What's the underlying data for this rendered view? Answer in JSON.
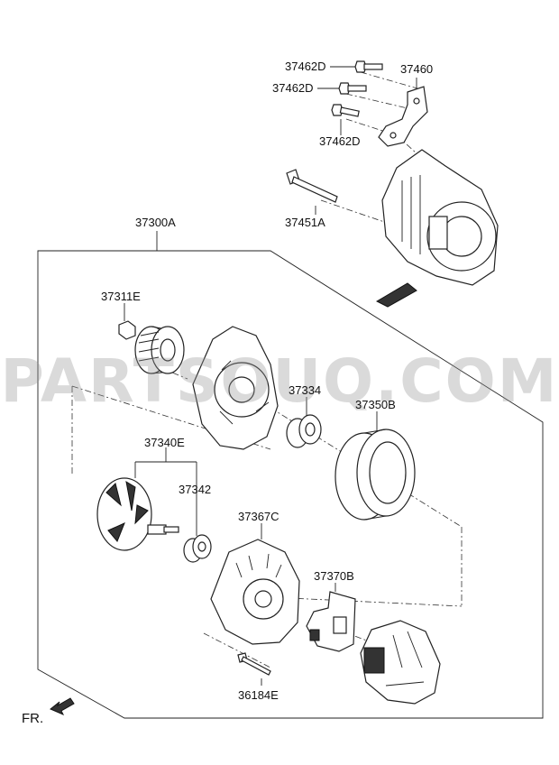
{
  "watermark": "PARTSOUQ.COM",
  "direction_label": "FR.",
  "labels": {
    "p37462D_top": "37462D",
    "p37462D_mid": "37462D",
    "p37462D_low": "37462D",
    "p37460": "37460",
    "p37451A": "37451A",
    "p37300A": "37300A",
    "p37311E": "37311E",
    "p37334": "37334",
    "p37350B": "37350B",
    "p37340E": "37340E",
    "p37342": "37342",
    "p37367C": "37367C",
    "p37370B": "37370B",
    "p36184E": "36184E"
  },
  "icons": [
    "bolt-icon",
    "bracket-icon",
    "alternator-icon",
    "nut-icon",
    "pulley-icon",
    "front-housing-icon",
    "bearing-icon",
    "stator-icon",
    "rotor-icon",
    "rear-housing-icon",
    "regulator-icon",
    "rear-cover-icon",
    "direction-arrow-icon"
  ]
}
